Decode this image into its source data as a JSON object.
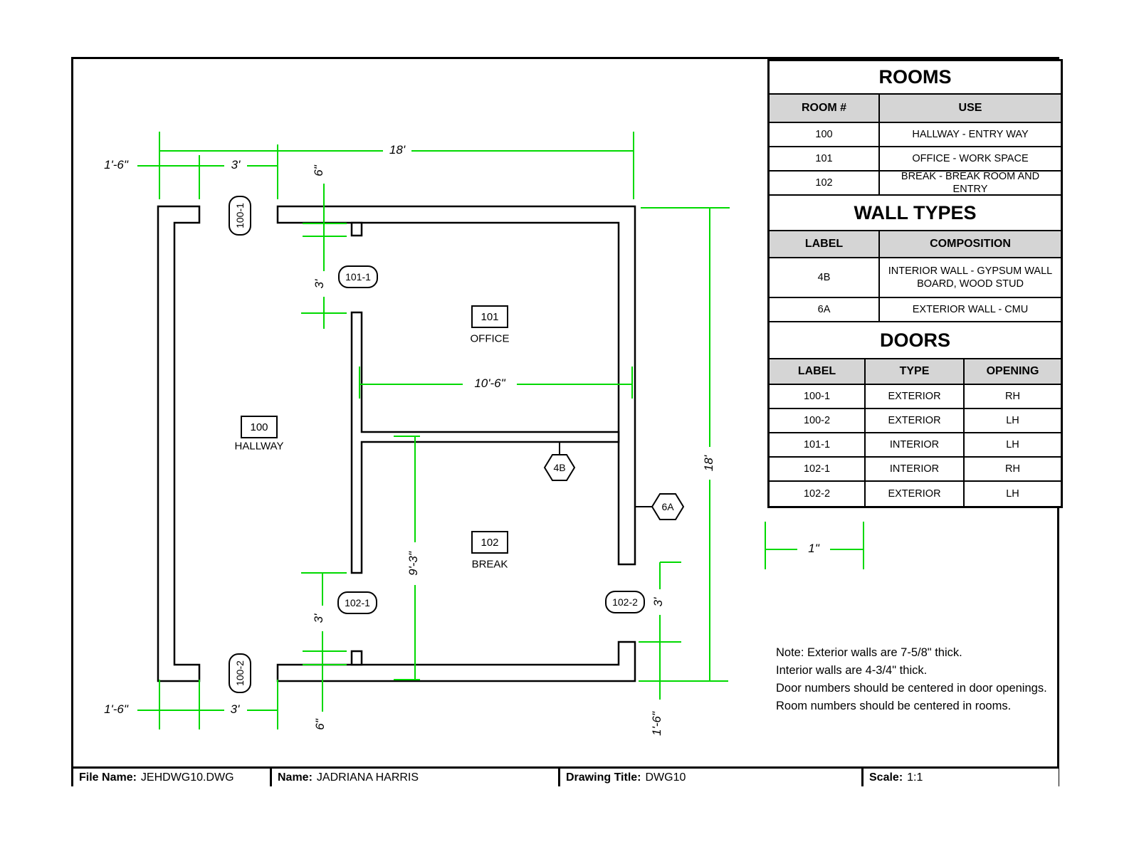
{
  "colors": {
    "dimension_green": "#00d900",
    "wall_line_black": "#000000",
    "table_header_gray": "#d5d5d5"
  },
  "plan": {
    "rooms": [
      {
        "number": "100",
        "name": "HALLWAY"
      },
      {
        "number": "101",
        "name": "OFFICE"
      },
      {
        "number": "102",
        "name": "BREAK"
      }
    ],
    "doors": {
      "d100_1": "100-1",
      "d100_2": "100-2",
      "d101_1": "101-1",
      "d102_1": "102-1",
      "d102_2": "102-2"
    },
    "wall_tags": {
      "interior": "4B",
      "exterior": "6A"
    },
    "dims": {
      "top_width": "18'",
      "top_left_offset": "1'-6\"",
      "top_door_width": "3'",
      "top_jamb": "6\"",
      "door_101_opening": "3'",
      "office_width": "10'-6\"",
      "break_height": "9'-3\"",
      "right_height": "18'",
      "door_102_2_opening": "3'",
      "bottom_right_offset": "1'-6\"",
      "bottom_left_offset": "1'-6\"",
      "bottom_door_width": "3'",
      "bottom_jamb": "6\"",
      "door_102_1_opening": "3'",
      "scale_bar": "1\""
    }
  },
  "tables": {
    "rooms": {
      "title": "ROOMS",
      "headers": [
        "ROOM #",
        "USE"
      ],
      "rows": [
        [
          "100",
          "HALLWAY - ENTRY WAY"
        ],
        [
          "101",
          "OFFICE - WORK SPACE"
        ],
        [
          "102",
          "BREAK - BREAK ROOM AND ENTRY"
        ]
      ]
    },
    "wall_types": {
      "title": "WALL TYPES",
      "headers": [
        "LABEL",
        "COMPOSITION"
      ],
      "rows": [
        [
          "4B",
          "INTERIOR WALL - GYPSUM WALL BOARD, WOOD STUD"
        ],
        [
          "6A",
          "EXTERIOR WALL - CMU"
        ]
      ]
    },
    "doors": {
      "title": "DOORS",
      "headers": [
        "LABEL",
        "TYPE",
        "OPENING"
      ],
      "rows": [
        [
          "100-1",
          "EXTERIOR",
          "RH"
        ],
        [
          "100-2",
          "EXTERIOR",
          "LH"
        ],
        [
          "101-1",
          "INTERIOR",
          "LH"
        ],
        [
          "102-1",
          "INTERIOR",
          "RH"
        ],
        [
          "102-2",
          "EXTERIOR",
          "LH"
        ]
      ]
    }
  },
  "notes": {
    "line1": "Note: Exterior walls are 7-5/8\" thick.",
    "line2": "Interior walls are 4-3/4\" thick.",
    "line3": "Door numbers should be centered in door openings.",
    "line4": "Room numbers should be centered in rooms."
  },
  "title_block": {
    "file_label": "File Name:",
    "file_value": "JEHDWG10.DWG",
    "name_label": "Name:",
    "name_value": "JADRIANA HARRIS",
    "drawing_label": "Drawing Title:",
    "drawing_value": "DWG10",
    "scale_label": "Scale:",
    "scale_value": "1:1"
  }
}
